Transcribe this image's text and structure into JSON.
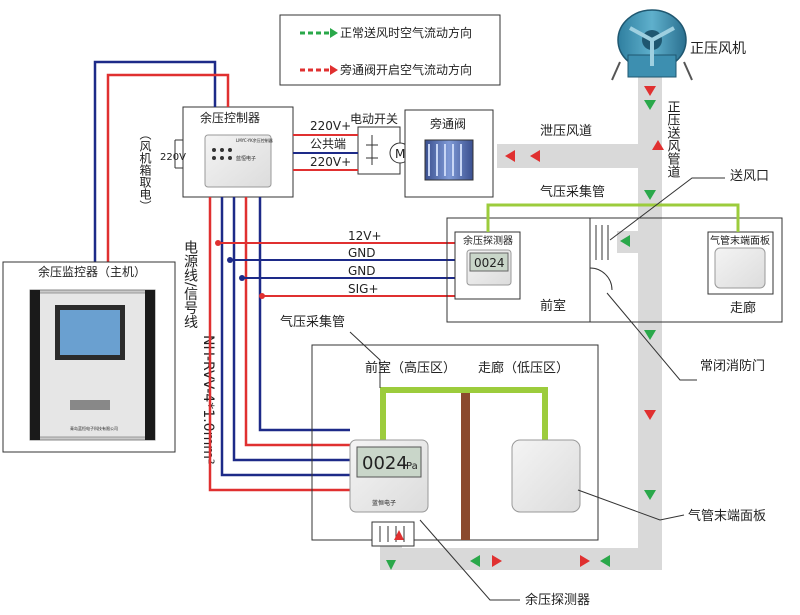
{
  "legend": {
    "normal": "正常送风时空气流动方向",
    "bypass": "旁通阀开启空气流动方向"
  },
  "fan": {
    "label": "正压风机"
  },
  "duct": {
    "supply": "正压送风管道",
    "relief": "泄压风道",
    "outlet": "送风口",
    "gas_pipe_top": "气压采集管",
    "gas_pipe_mid": "气压采集管"
  },
  "controller": {
    "title": "余压控制器",
    "brand": "蓝恒电子",
    "model": "LMYC-YK余压控制器",
    "power_label": "220V",
    "power_source": "（风机箱取电）"
  },
  "valve": {
    "switch": "电动开关",
    "motor": "M",
    "name": "旁通阀",
    "terminals": [
      "220V+",
      "公共端",
      "220V+"
    ]
  },
  "signal": {
    "lines": [
      "12V+",
      "GND",
      "GND",
      "SIG+"
    ],
    "cable_title": "电源线/信号线",
    "cable_spec": "NH-RVV-4*1.0mm²"
  },
  "monitor": {
    "title": "余压监控器（主机）",
    "company": "青岛蓝恒电子科技有限公司"
  },
  "top_room": {
    "detector": "余压探测器",
    "detector_reading": "0024",
    "panel": "气管末端面板",
    "front": "前室",
    "corridor": "走廊",
    "door": "常闭消防门"
  },
  "bottom_room": {
    "front_high": "前室（高压区）",
    "corridor_low": "走廊（低压区）",
    "reading": "0024",
    "unit": "Pa",
    "brand": "蓝恒电子",
    "panel_label": "气管末端面板",
    "detector_label": "余压探测器"
  },
  "colors": {
    "duct": "#d9d9d9",
    "red_wire": "#e03030",
    "blue_wire": "#1d2a88",
    "green_pipe": "#9ccc3c",
    "wall": "#8b4a2e"
  }
}
